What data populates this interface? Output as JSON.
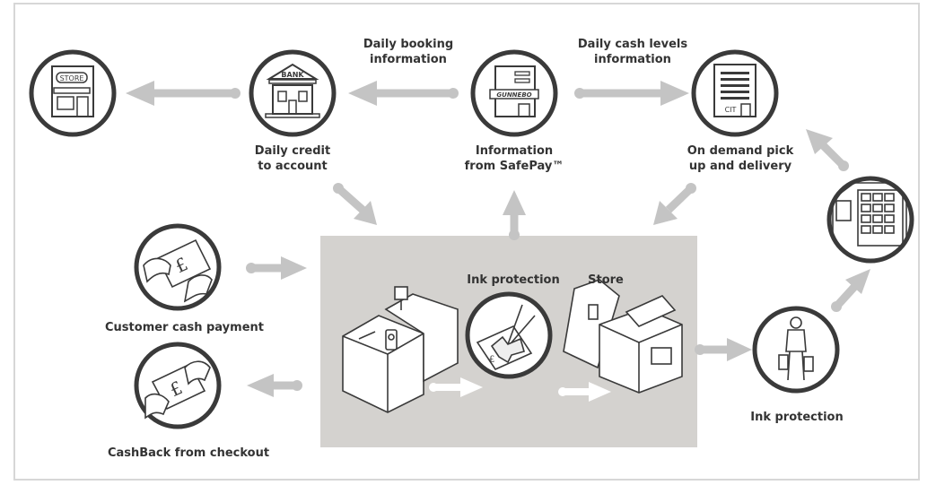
{
  "colors": {
    "panel": "#d4d2cf",
    "arrow": "#c4c4c4",
    "arrow_light": "#ffffff",
    "circle_stroke": "#3a3a3a",
    "text": "#333333",
    "frame": "#d7d7d7"
  },
  "labels": {
    "booking_line1": "Daily booking",
    "booking_line2": "information",
    "cash_levels_line1": "Daily cash levels",
    "cash_levels_line2": "information",
    "credit_line1": "Daily credit",
    "credit_line2": "to account",
    "safepay_line1": "Information",
    "safepay_line2": "from SafePay™",
    "pickup_line1": "On demand pick",
    "pickup_line2": "up and delivery",
    "ink_protection_top": "Ink protection",
    "store_top": "Store",
    "customer_payment": "Customer cash payment",
    "cashback": "CashBack from checkout",
    "ink_protection_bottom": "Ink protection"
  },
  "icons": {
    "store_sign": "STORE",
    "bank_sign": "BANK",
    "gunnebo_sign": "GUNNEBO",
    "cit_sign": "CIT",
    "currency": "£"
  }
}
